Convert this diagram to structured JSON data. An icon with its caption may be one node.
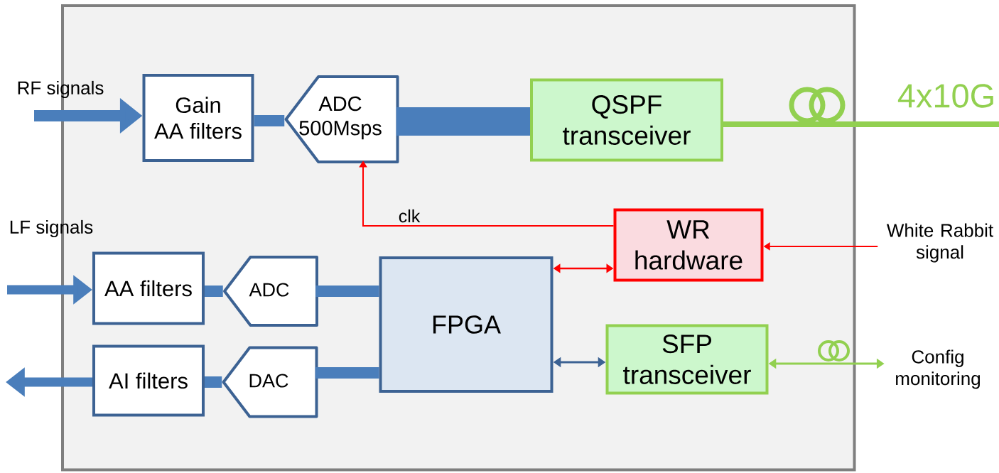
{
  "diagram": {
    "nodes": [
      {
        "text": [],
        "shape": "box"
      },
      {
        "text": [
          "Gain",
          "AA filters"
        ],
        "in": 0
      },
      {
        "text": [
          "ADC",
          "500Msps"
        ],
        "in": 0
      },
      {
        "text": [
          "QSPF transceiver"
        ],
        "in": 0
      },
      {
        "text": [
          "WR hardware"
        ],
        "in": 0
      },
      {
        "text": [
          "AA filters"
        ],
        "in": 0
      },
      {
        "text": [
          "ADC"
        ],
        "in": 0
      },
      {
        "text": [
          "FPGA"
        ],
        "in": 0
      },
      {
        "text": [
          "SFP transceiver"
        ],
        "in": 0
      },
      {
        "text": [
          "AI filters"
        ],
        "in": 0
      },
      {
        "text": [
          "DAC"
        ],
        "in": 0
      },
      {
        "text": [
          "White Rabbit signal"
        ]
      },
      {
        "text": [
          "Config monitoring"
        ]
      }
    ],
    "edges": [
      {
        "from": null,
        "to": 1,
        "arrow": "to"
      },
      {
        "from": 1,
        "to": 2,
        "arrow": "none"
      },
      {
        "from": 2,
        "to": 3,
        "arrow": "none",
        "style": "thick"
      },
      {
        "from": 3,
        "to": null,
        "arrow": "none",
        "color": "#92d050",
        "label": "4x10G"
      },
      {
        "from": 4,
        "to": 2,
        "arrow": "to",
        "color": "#ff0000",
        "label": "clk"
      },
      {
        "from": 11,
        "to": 4,
        "arrow": "to",
        "color": "#ff0000"
      },
      {
        "from": 7,
        "to": 4,
        "arrow": "both",
        "color": "#ff0000"
      },
      {
        "from": null,
        "to": 5,
        "arrow": "to"
      },
      {
        "from": 5,
        "to": 6,
        "arrow": "none"
      },
      {
        "from": 6,
        "to": 7,
        "arrow": "none"
      },
      {
        "from": 9,
        "to": null,
        "arrow": "to"
      },
      {
        "from": 9,
        "to": 10,
        "arrow": "none"
      },
      {
        "from": 10,
        "to": 7,
        "arrow": "none"
      },
      {
        "from": 7,
        "to": 8,
        "arrow": "both"
      },
      {
        "from": 8,
        "to": 12,
        "arrow": "both",
        "color": "#92d050"
      }
    ],
    "labels": [
      "RF signals",
      "LF signals"
    ]
  }
}
